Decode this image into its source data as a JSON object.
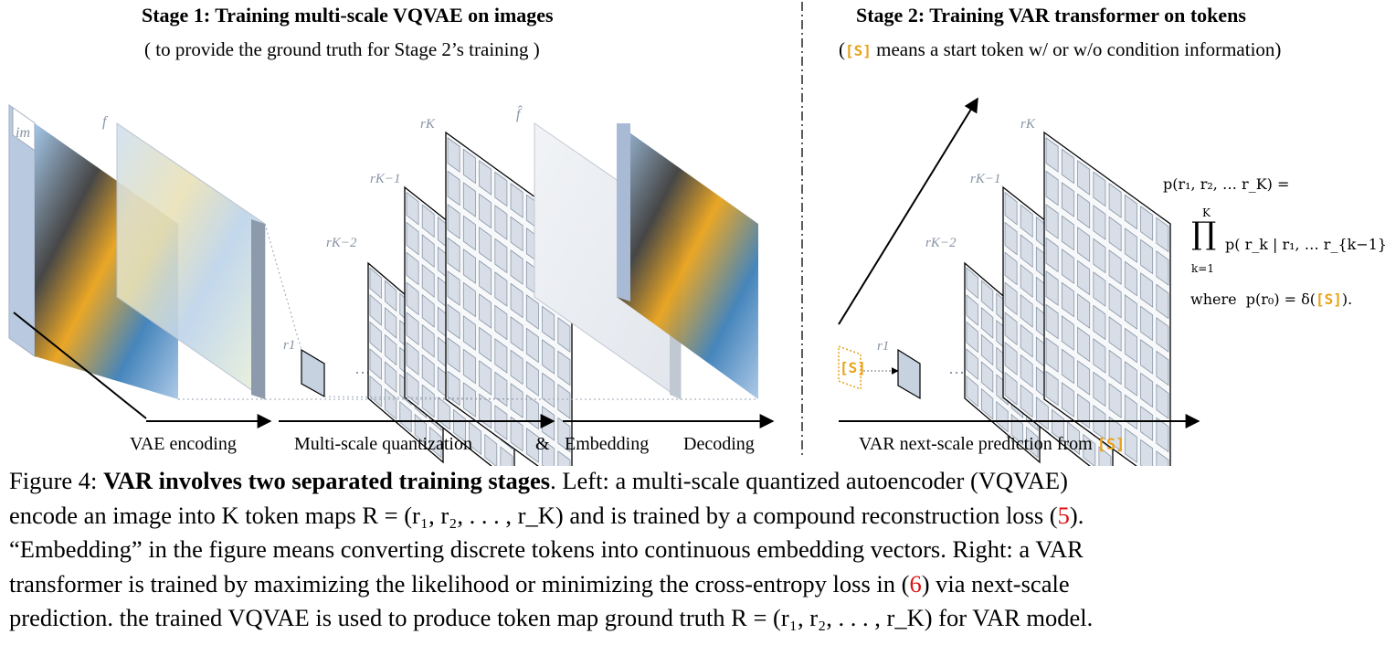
{
  "stage1": {
    "title": "Stage 1:  Training multi-scale VQVAE on images",
    "subtitle": "( to provide the ground truth for Stage 2’s training )"
  },
  "stage2": {
    "title": "Stage 2:  Training VAR transformer on tokens",
    "subtitle_open": "(",
    "subtitle_token": "[S]",
    "subtitle_rest": " means a start token w/ or w/o condition information)"
  },
  "diagram": {
    "labels": {
      "im": "im",
      "f": "f",
      "fhat": "f̂",
      "r1": "r1",
      "rk2": "rK−2",
      "rk1": "rK−1",
      "rk": "rK",
      "dots": "⋯",
      "start_token": "[S]"
    },
    "arrows": {
      "vae_encoding": "VAE encoding",
      "multiscale": "Multi-scale quantization",
      "amp": "&",
      "embedding": "Embedding",
      "decoding": "Decoding",
      "var_prefix": "VAR next-scale prediction from ",
      "var_token": "[S]"
    },
    "formula": {
      "line1": "p(r₁, r₂, … r_K) =",
      "prod_top": "K",
      "prod_sym": "∏",
      "prod_bottom": "k=1",
      "prod_body": "p( r_k | r₁, … r_{k−1} ),",
      "where": "where",
      "where_expr": "p(r₀) = δ(",
      "where_token": "[S]",
      "where_end": ")."
    },
    "colors": {
      "accent": "#e8a21a",
      "grid": "#8a97a8",
      "ref": "#dd1111"
    }
  },
  "caption": {
    "figure_label": "Figure 4: ",
    "bold": "VAR involves two separated training stages",
    "line1_rest": ". Left: a multi-scale quantized autoencoder (VQVAE)",
    "line2": "encode an image into K token maps R = (r₁, r₂, . . . , r_K) and is trained by a compound reconstruction loss (",
    "ref1": "5",
    "line2_end": ").",
    "line3": "“Embedding” in the figure means converting discrete tokens into continuous embedding vectors. Right: a VAR",
    "line4_a": "transformer is trained by maximizing the likelihood or minimizing the cross-entropy loss in (",
    "ref2": "6",
    "line4_b": ") via next-scale",
    "line5": "prediction. the trained VQVAE is used to produce token map ground truth R = (r₁, r₂, . . . , r_K) for VAR model."
  }
}
